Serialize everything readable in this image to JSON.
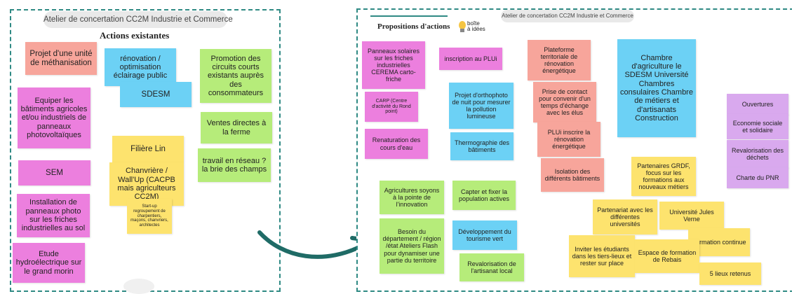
{
  "left_board": {
    "header": "Atelier de concertation CC2M Industrie et Commerce",
    "title": "Actions existantes",
    "notes": [
      "Projet d'une unité de méthanisation",
      "rénovation / optimisation éclairage public",
      "Promotion des circuits courts existants auprès des consommateurs",
      "SDESM",
      "Equiper les bâtiments agricoles et/ou industriels de panneaux photovoltaïques",
      "Ventes directes à la ferme",
      "Filière Lin",
      "travail en réseau ? la brie des champs",
      "SEM",
      "Chanvrière / Wall'Up (CACPB mais agriculteurs CC2M)",
      "Start-up regroupement de charpentiers, maçons, chanvriers, architectes",
      "Installation de panneaux photo sur les friches industrielles au sol",
      "Etude hydroélectrique sur le grand morin"
    ]
  },
  "right_board": {
    "header": "Atelier de concertation CC2M Industrie et Commerce",
    "title": "Propositions d'actions",
    "logo_text": [
      "boîte",
      "à idées"
    ],
    "notes": [
      "Panneaux solaires sur les friches industrielles CEREMA carto-friche",
      "inscription au PLUi",
      "Plateforme territoriale de rénovation énergétique",
      "Chambre d'agriculture le SDESM Université Chambres consulaires Chambre de métiers et d'artisanats Construction",
      "CARP (Centre d'activité du Rond point)",
      "Projet d'orthophoto de nuit pour mesurer la pollution lumineuse",
      "Prise de contact pour convenir d'un temps d'échange avec les élus",
      "Ouvertures",
      "Economie sociale et solidaire",
      "PLUi inscrire la rénovation énergétique",
      "Renaturation des cours d'eau",
      "Thermographie des bâtiments",
      "Revalorisation des déchets",
      "Isolation des différents bâtiments",
      "Partenaires GRDF, focus sur les formations aux nouveaux métiers",
      "Charte du PNR",
      "Agricultures soyons à la pointe de l'innovation",
      "Capter et fixer la population actives",
      "Partenariat avec les différentes universités",
      "Université Jules Verne",
      "Besoin du département / région /état Ateliers Flash pour dynamiser une partie du territoire",
      "Développement du tourisme vert",
      "Formation continue",
      "Inviter les étudiants dans les tiers-lieux et rester sur place",
      "Espace de formation de Rebais",
      "Revalorisation de l'artisanat local",
      "5 lieux retenus"
    ]
  },
  "colors": {
    "frame": "#2f8a84",
    "salmon": "#f7a59b",
    "pink": "#ec7fde",
    "blue": "#6cd1f5",
    "green": "#b6ec7a",
    "yellow": "#fde36e",
    "lilac": "#d9a9ee"
  },
  "connector": "curved-arrow-icon"
}
